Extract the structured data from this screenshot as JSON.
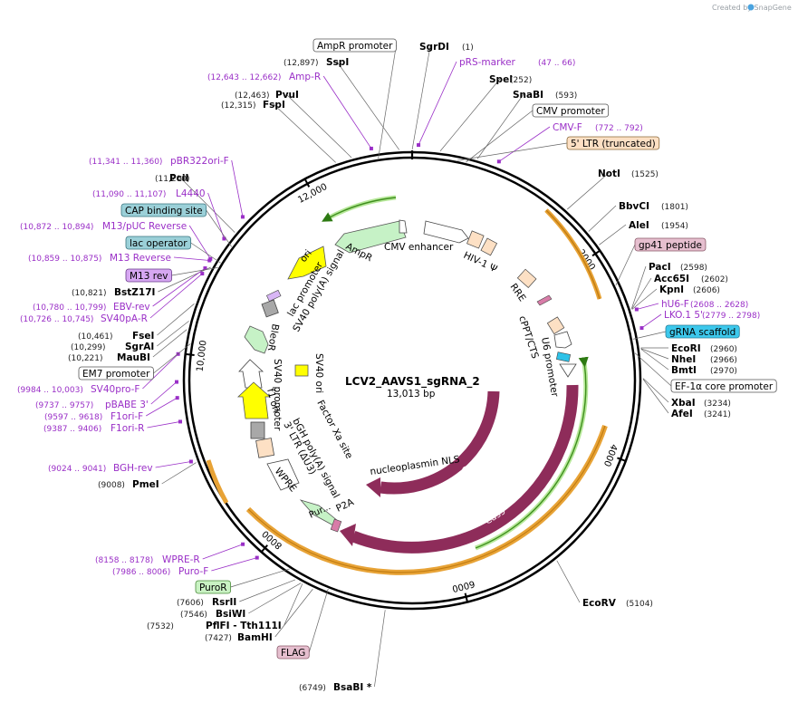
{
  "watermark": "Created by SnapGene",
  "plasmid": {
    "name": "LCV2_AAVS1_sgRNA_2",
    "size": "13,013 bp",
    "length": 13013
  },
  "ticks": [
    {
      "label": "2000",
      "pos": 2000
    },
    {
      "label": "4000",
      "pos": 4000
    },
    {
      "label": "6000",
      "pos": 6000
    },
    {
      "label": "8000",
      "pos": 8000
    },
    {
      "label": "10,000",
      "pos": 10000
    },
    {
      "label": "12,000",
      "pos": 12000
    }
  ],
  "enzymes": [
    {
      "name": "SgrDI",
      "pos": "(1)",
      "bp": 1
    },
    {
      "name": "SpeI",
      "pos": "(252)",
      "bp": 252
    },
    {
      "name": "SnaBI",
      "pos": "(593)",
      "bp": 593
    },
    {
      "name": "NotI",
      "pos": "(1525)",
      "bp": 1525
    },
    {
      "name": "BbvCI",
      "pos": "(1801)",
      "bp": 1801
    },
    {
      "name": "AleI",
      "pos": "(1954)",
      "bp": 1954
    },
    {
      "name": "PacI",
      "pos": "(2598)",
      "bp": 2598
    },
    {
      "name": "Acc65I",
      "pos": "(2602)",
      "bp": 2602
    },
    {
      "name": "KpnI",
      "pos": "(2606)",
      "bp": 2606
    },
    {
      "name": "EcoRI",
      "pos": "(2960)",
      "bp": 2960
    },
    {
      "name": "NheI",
      "pos": "(2966)",
      "bp": 2966
    },
    {
      "name": "BmtI",
      "pos": "(2970)",
      "bp": 2970
    },
    {
      "name": "XbaI",
      "pos": "(3234)",
      "bp": 3234
    },
    {
      "name": "AfeI",
      "pos": "(3241)",
      "bp": 3241
    },
    {
      "name": "EcoRV",
      "pos": "(5104)",
      "bp": 5104
    },
    {
      "name": "BsaBI *",
      "pos": "(6749)",
      "bp": 6749
    },
    {
      "name": "BamHI",
      "pos": "(7427)",
      "bp": 7427
    },
    {
      "name": "PflFI  - Tth111I",
      "pos": "(7532)",
      "bp": 7532
    },
    {
      "name": "BsiWI",
      "pos": "(7546)",
      "bp": 7546
    },
    {
      "name": "RsrII",
      "pos": "(7606)",
      "bp": 7606
    },
    {
      "name": "PmeI",
      "pos": "(9008)",
      "bp": 9008
    },
    {
      "name": "MauBI",
      "pos": "(10,221)",
      "bp": 10221
    },
    {
      "name": "SgrAI",
      "pos": "(10,299)",
      "bp": 10299
    },
    {
      "name": "FseI",
      "pos": "(10,461)",
      "bp": 10461
    },
    {
      "name": "BstZ17I",
      "pos": "(10,821)",
      "bp": 10821
    },
    {
      "name": "PciI",
      "pos": "(11,200)",
      "bp": 11200
    },
    {
      "name": "FspI",
      "pos": "(12,315)",
      "bp": 12315
    },
    {
      "name": "PvuI",
      "pos": "(12,463)",
      "bp": 12463
    },
    {
      "name": "SspI",
      "pos": "(12,897)",
      "bp": 12897
    }
  ],
  "primers": [
    {
      "name": "pRS-marker",
      "range": "(47 .. 66)",
      "bp": 56
    },
    {
      "name": "CMV-F",
      "range": "(772 .. 792)",
      "bp": 782
    },
    {
      "name": "hU6-F",
      "range": "(2608 .. 2628)",
      "bp": 2618
    },
    {
      "name": "LKO.1 5'",
      "range": "(2779 .. 2798)",
      "bp": 2788
    },
    {
      "name": "Puro-F",
      "range": "(7986 .. 8006)",
      "bp": 7996
    },
    {
      "name": "WPRE-R",
      "range": "(8158 .. 8178)",
      "bp": 8168
    },
    {
      "name": "BGH-rev",
      "range": "(9024 .. 9041)",
      "bp": 9032
    },
    {
      "name": "F1ori-R",
      "range": "(9387 .. 9406)",
      "bp": 9396
    },
    {
      "name": "F1ori-F",
      "range": "(9597 .. 9618)",
      "bp": 9607
    },
    {
      "name": "pBABE 3'",
      "range": "(9737 .. 9757)",
      "bp": 9747
    },
    {
      "name": "SV40pro-F",
      "range": "(9984 .. 10,003)",
      "bp": 9993
    },
    {
      "name": "SV40pA-R",
      "range": "(10,726 .. 10,745)",
      "bp": 10735
    },
    {
      "name": "EBV-rev",
      "range": "(10,780 .. 10,799)",
      "bp": 10789
    },
    {
      "name": "M13 Reverse",
      "range": "(10,859 .. 10,875)",
      "bp": 10867
    },
    {
      "name": "M13/pUC Reverse",
      "range": "(10,872 .. 10,894)",
      "bp": 10883
    },
    {
      "name": "L4440",
      "range": "(11,090 .. 11,107)",
      "bp": 11098
    },
    {
      "name": "pBR322ori-F",
      "range": "(11,341 .. 11,360)",
      "bp": 11350
    },
    {
      "name": "Amp-R",
      "range": "(12,643 .. 12,662)",
      "bp": 12652
    }
  ],
  "boxed_features": [
    {
      "label": "AmpR promoter",
      "style": "plain"
    },
    {
      "label": "CMV promoter",
      "style": "plain"
    },
    {
      "label": "5' LTR (truncated)",
      "style": "ltr"
    },
    {
      "label": "gp41 peptide",
      "style": "pink"
    },
    {
      "label": "gRNA scaffold",
      "style": "cyan"
    },
    {
      "label": "EF-1α core promoter",
      "style": "plain"
    },
    {
      "label": "FLAG",
      "style": "pink"
    },
    {
      "label": "PuroR",
      "style": "green"
    },
    {
      "label": "EM7 promoter",
      "style": "plain"
    },
    {
      "label": "M13 rev",
      "style": "purple"
    },
    {
      "label": "lac operator",
      "style": "teal"
    },
    {
      "label": "CAP binding site",
      "style": "teal"
    }
  ],
  "inner_labels": [
    "CMV enhancer",
    "AmpR",
    "ori",
    "lac promoter",
    "SV40 poly(A) signal",
    "HIV-1 Ψ",
    "RRE",
    "cPPT/CTS",
    "U6 promoter",
    "nucleoplasmin NLS",
    "Cas9",
    "Cas9",
    "P2A",
    "Pur...",
    "WPRE",
    "3' LTR (ΔU3)",
    "bGH poly(A) signal",
    "Factor Xa site",
    "f1 ori",
    "SV40 promoter",
    "BleoR",
    "SV40 ori"
  ],
  "colors": {
    "backbone": "#000000",
    "cas9": "#8e2c5a",
    "green_arc": "#3f8f1e",
    "orange_arc": "#e8a336",
    "ampr": "#c6f2c6",
    "ori": "#ffff00",
    "ltr": "#fde0c4",
    "primer": "#9a2fc7"
  }
}
